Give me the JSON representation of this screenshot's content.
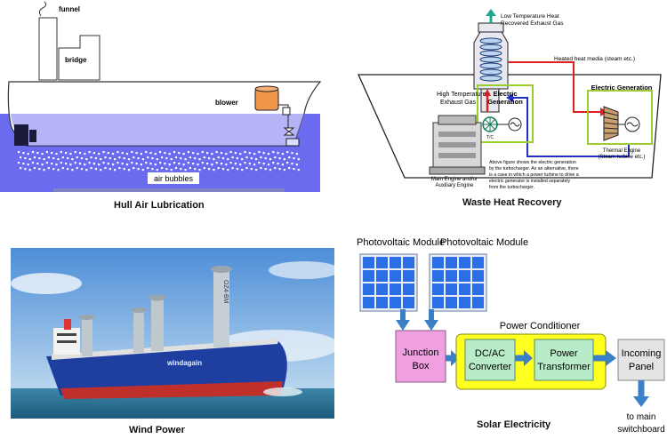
{
  "hull": {
    "caption": "Hull Air Lubrication",
    "funnel_label": "funnel",
    "bridge_label": "bridge",
    "blower_label": "blower",
    "bubbles_label": "air bubbles",
    "colors": {
      "water": "#6b6bef",
      "blower": "#f0964a"
    }
  },
  "whr": {
    "caption": "Waste Heat Recovery",
    "low_temp_label_1": "Low Temperature Heat",
    "low_temp_label_2": "Recovered Exhaust Gas",
    "heated_media_label": "Heated heat media (steam etc.)",
    "high_temp_label_1": "High Temperature",
    "high_temp_label_2": "Exhaust Gas",
    "elec_gen_left_1": "Electric",
    "elec_gen_left_2": "Generation",
    "elec_gen_right": "Electric Generation",
    "tc_label": "T/C",
    "engine_label_1": "Main Engine and/or",
    "engine_label_2": "Auxiliary Engine",
    "thermal_label_1": "Thermal Engine",
    "thermal_label_2": "(Steam turbine etc.)",
    "note_lines": [
      "Above figure shows the electric generation",
      "by the turbocharger. As an alternative, there",
      "is a case in which a power turbine to drive a",
      "electric generator is installed separately",
      "from the turbocharger."
    ],
    "colors": {
      "green_box": "#9acd32",
      "red_line": "#e02020",
      "blue_line": "#2030c0",
      "teal_arrow": "#1aa88a"
    }
  },
  "wind": {
    "caption": "Wind Power",
    "hull_text": "windagain",
    "rotor_text": "OZ4-BM",
    "colors": {
      "hull": "#1f3fa0",
      "bottom": "#c0302a",
      "sea": "#2a6d90"
    }
  },
  "solar": {
    "caption": "Solar Electricity",
    "pv_label_1": "Photovoltaic Module",
    "pv_label_2": "Photovoltaic Module",
    "conditioner_label": "Power Conditioner",
    "junction": [
      "Junction",
      "Box"
    ],
    "dcac": [
      "DC/AC",
      "Converter"
    ],
    "transformer": [
      "Power",
      "Transformer"
    ],
    "incoming": [
      "Incoming",
      "Panel"
    ],
    "switchboard": [
      "to main",
      "switchboard"
    ],
    "colors": {
      "panel": "#2a6fe8",
      "junction": "#f0a0e0",
      "conditioner": "#ffff20",
      "box": "#b8ecc8",
      "arrow": "#3a7fc8",
      "incoming": "#e0e0e0"
    }
  }
}
